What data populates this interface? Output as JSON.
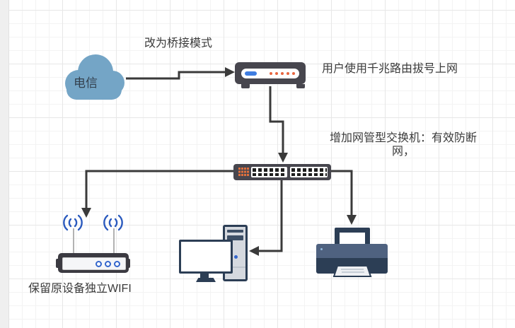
{
  "diagram": {
    "cloud": {
      "label": "电信"
    },
    "annotations": {
      "bridge_mode": "改为桥接模式",
      "router_note": "用户使用千兆路由拔号上网",
      "switch_note_line1": "增加网管型交换机：有效防断",
      "switch_note_line2": "网，",
      "wifi_note": "保留原设备独立WIFI"
    }
  },
  "colors": {
    "device_dark_gray": "#47464e",
    "navy": "#2c3e55",
    "cloud_blue": "#74a5c6",
    "accent_blue": "#3f7de0",
    "led_orange": "#e8653f",
    "wifi_blue": "#2b5abe",
    "connector": "#3a3a3a",
    "canvas_strip": "#efefef"
  }
}
